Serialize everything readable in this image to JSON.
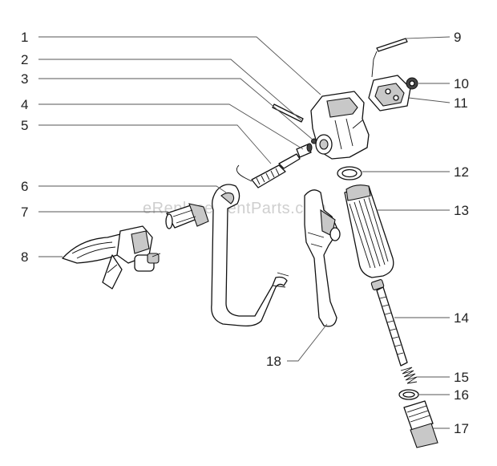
{
  "watermark": "eReplacementParts.com",
  "callouts": [
    {
      "id": "1",
      "label": "1"
    },
    {
      "id": "2",
      "label": "2"
    },
    {
      "id": "3",
      "label": "3"
    },
    {
      "id": "4",
      "label": "4"
    },
    {
      "id": "5",
      "label": "5"
    },
    {
      "id": "6",
      "label": "6"
    },
    {
      "id": "7",
      "label": "7"
    },
    {
      "id": "8",
      "label": "8"
    },
    {
      "id": "9",
      "label": "9"
    },
    {
      "id": "10",
      "label": "10"
    },
    {
      "id": "11",
      "label": "11"
    },
    {
      "id": "12",
      "label": "12"
    },
    {
      "id": "13",
      "label": "13"
    },
    {
      "id": "14",
      "label": "14"
    },
    {
      "id": "15",
      "label": "15"
    },
    {
      "id": "16",
      "label": "16"
    },
    {
      "id": "17",
      "label": "17"
    },
    {
      "id": "18",
      "label": "18"
    }
  ]
}
